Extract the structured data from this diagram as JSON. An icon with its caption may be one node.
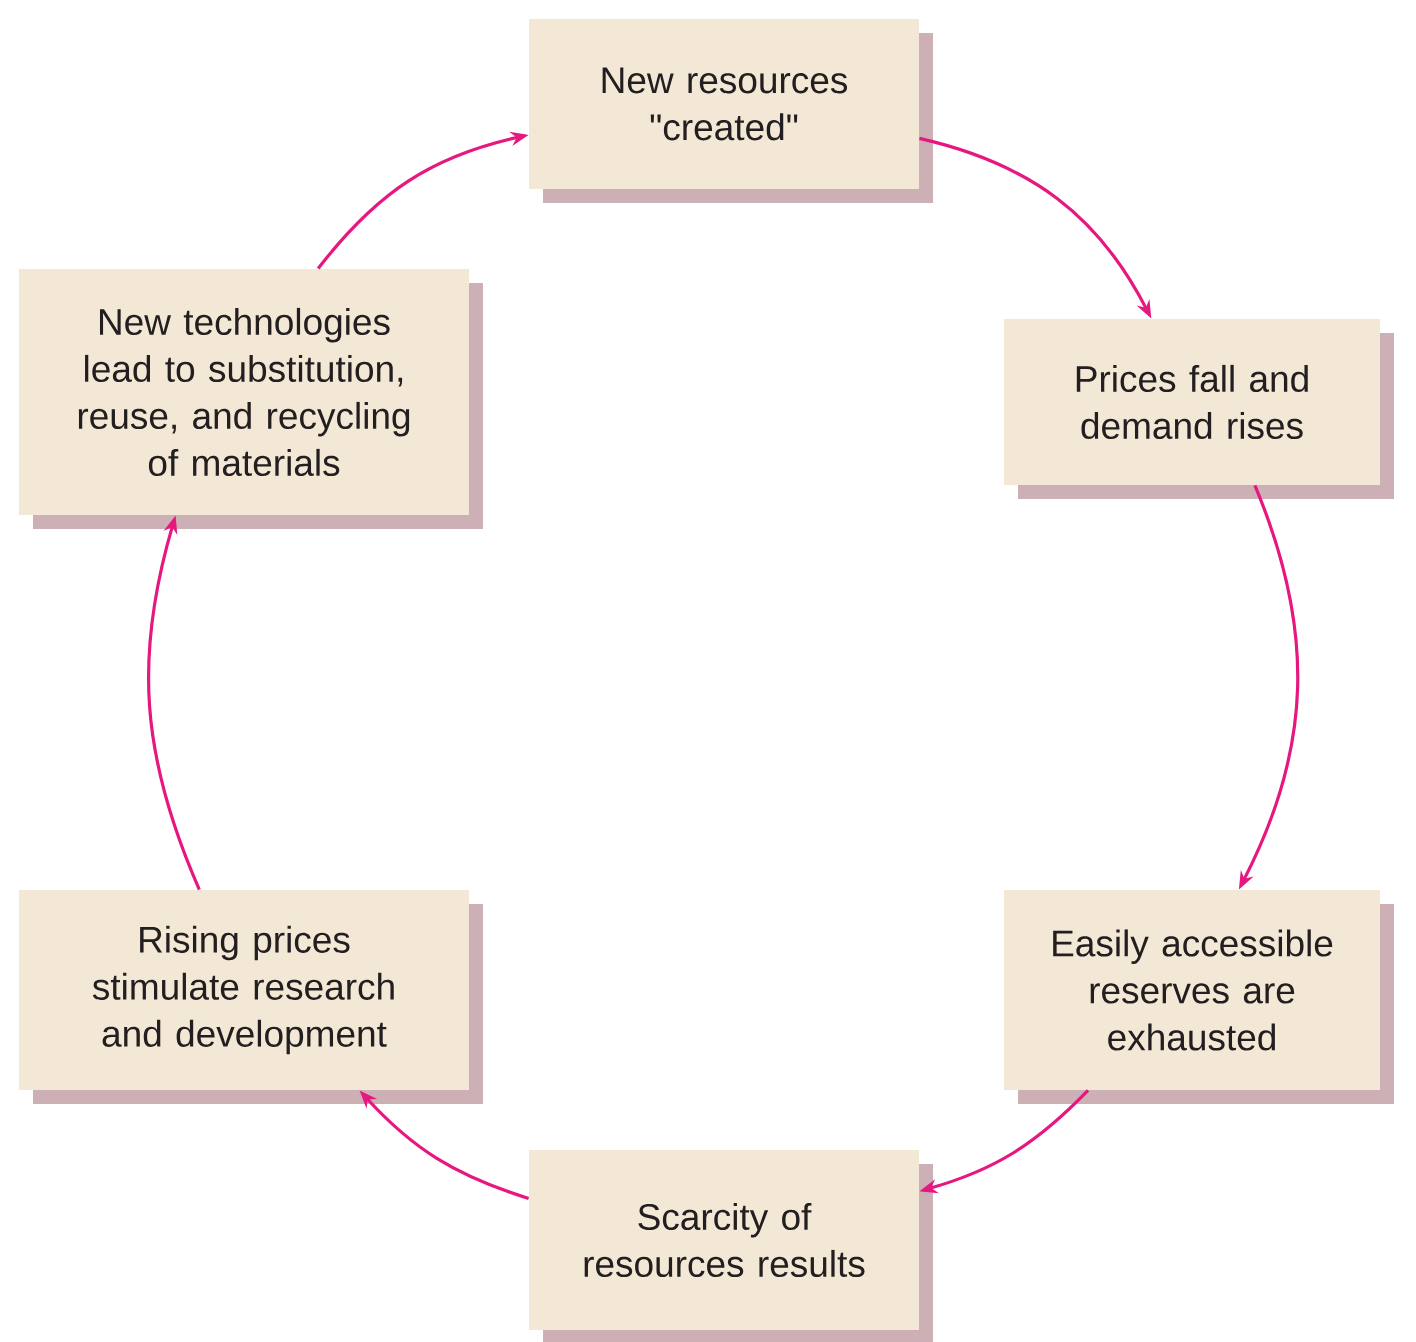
{
  "diagram": {
    "nodes": [
      {
        "text": [
          "New resources \"created\""
        ]
      },
      {
        "text": [
          "Prices fall and demand rises"
        ]
      },
      {
        "text": [
          "Easily accessible reserves are exhausted"
        ]
      },
      {
        "text": [
          "Scarcity of resources results"
        ]
      },
      {
        "text": [
          "Rising prices stimulate research and development"
        ]
      },
      {
        "text": [
          "New technologies lead to substitution, reuse, and recycling of materials"
        ]
      }
    ],
    "edges": [
      {
        "from": 0,
        "to": 1,
        "arrow": "to"
      },
      {
        "from": 1,
        "to": 2,
        "arrow": "to"
      },
      {
        "from": 2,
        "to": 3,
        "arrow": "to"
      },
      {
        "from": 3,
        "to": 4,
        "arrow": "to"
      },
      {
        "from": 4,
        "to": 5,
        "arrow": "to"
      },
      {
        "from": 5,
        "to": 0,
        "arrow": "to"
      }
    ]
  }
}
